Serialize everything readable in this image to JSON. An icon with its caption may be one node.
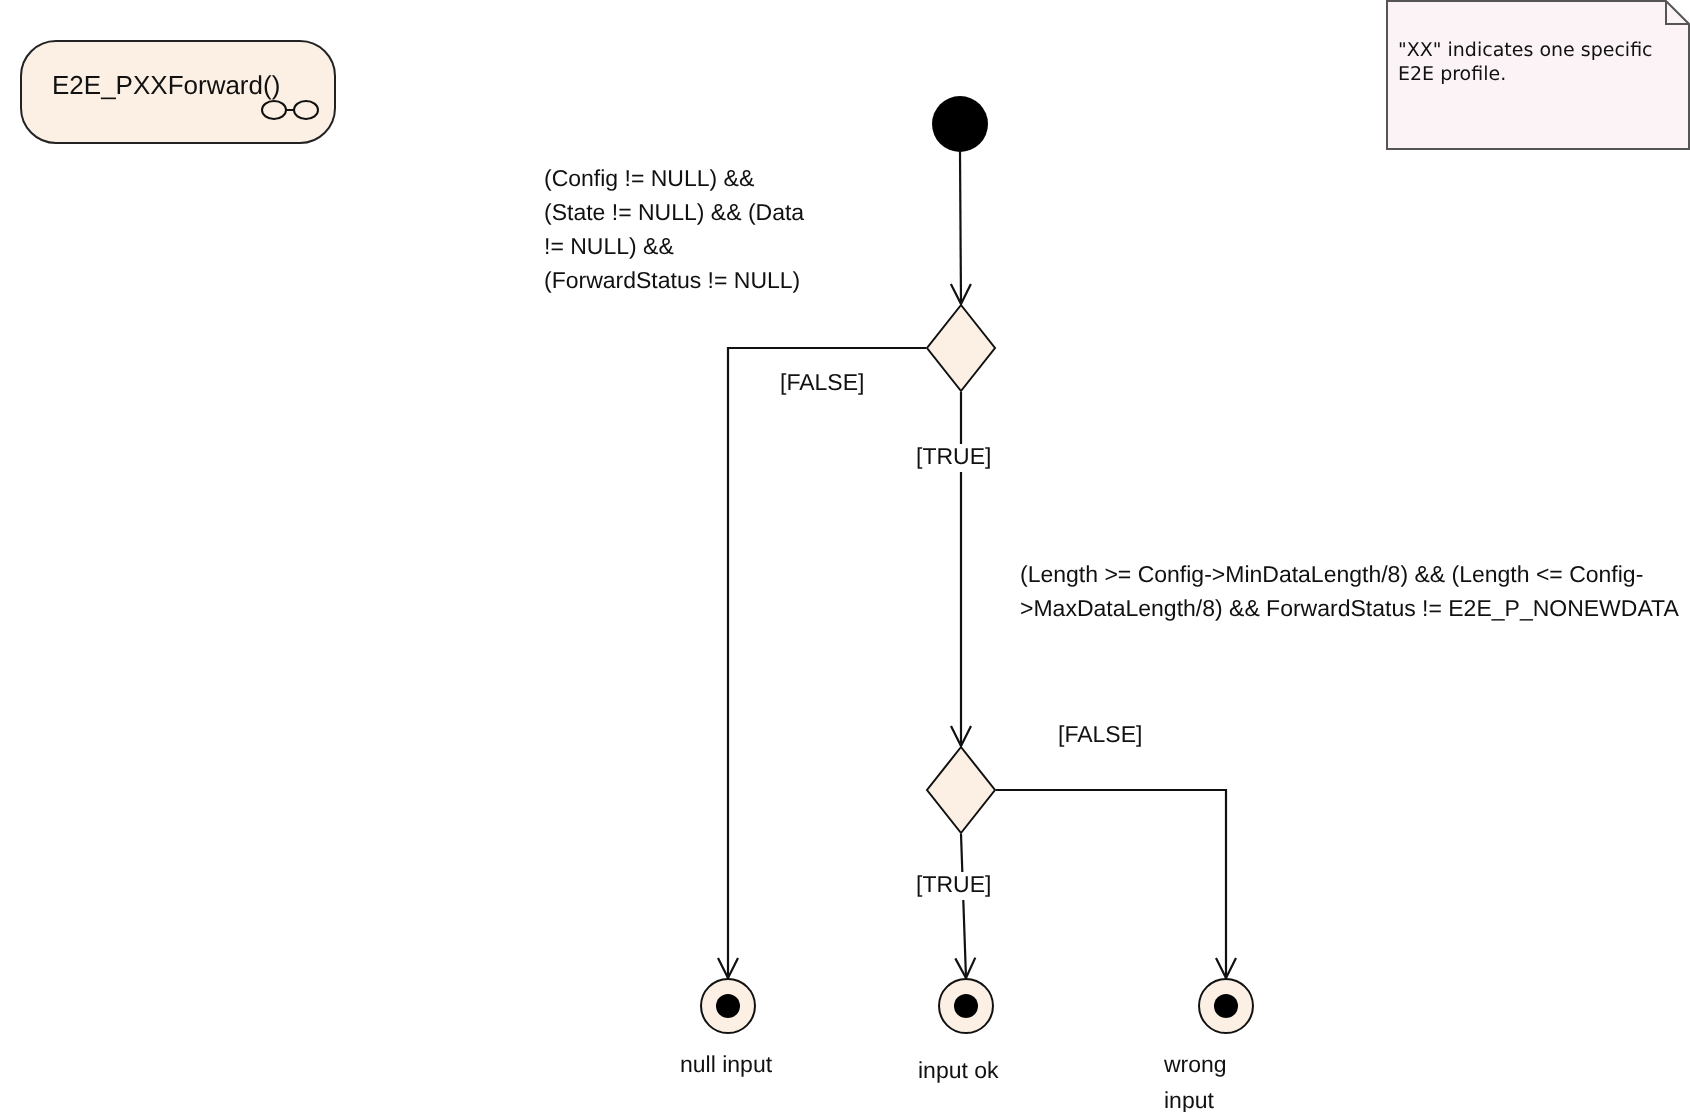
{
  "diagram": {
    "nodes": [
      {
        "text": [
          "E2E_PXXForward()"
        ]
      },
      {
        "text": [
          "\"XX\" indicates one specific E2E profile."
        ]
      },
      {
        "text": [],
        "shape": "circle"
      },
      {
        "text": [],
        "shape": "diamond"
      },
      {
        "text": [],
        "shape": "diamond"
      },
      {
        "text": [],
        "shape": "circle",
        "beside": [
          "null input"
        ]
      },
      {
        "text": [],
        "shape": "circle",
        "beside": [
          "input ok"
        ]
      },
      {
        "text": [],
        "shape": "circle",
        "beside": [
          "wrong input"
        ]
      }
    ],
    "edges": [
      {
        "from": 2,
        "to": 3,
        "arrow": "to"
      },
      {
        "from": 3,
        "to": 5,
        "arrow": "to",
        "label": "[FALSE]"
      },
      {
        "from": 3,
        "to": 4,
        "arrow": "to",
        "label": "[TRUE]"
      },
      {
        "from": 4,
        "to": 6,
        "arrow": "to",
        "label": "[TRUE]"
      },
      {
        "from": 4,
        "to": 7,
        "arrow": "to",
        "label": "[FALSE]"
      }
    ],
    "labels": [
      "(Config != NULL) && (State != NULL) && (Data != NULL) && (ForwardStatus != NULL)",
      "(Length >= Config->MinDataLength/8) && (Length <= Config->MaxDataLength/8) && ForwardStatus != E2E_P_NONEWDATA"
    ]
  }
}
